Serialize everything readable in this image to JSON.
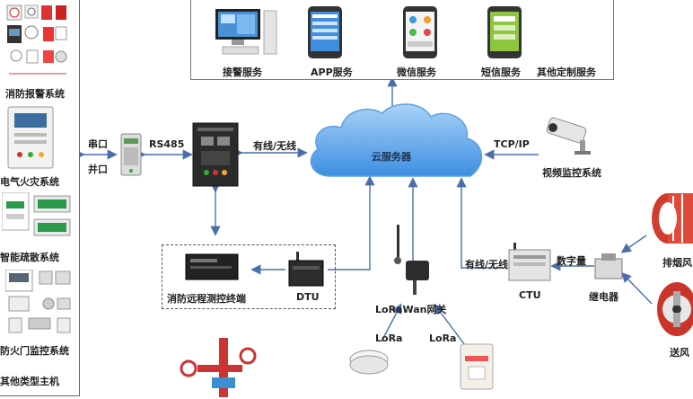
{
  "left_panel": {
    "systems": [
      {
        "label": "消防报警系统",
        "icon": "fire-alarm-devices-icon"
      },
      {
        "label": "电气火灾系统",
        "icon": "electrical-fire-panel-icon"
      },
      {
        "label": "智能疏散系统",
        "icon": "evacuation-sign-icon"
      },
      {
        "label": "防火门监控系统",
        "icon": "fire-door-monitor-icon"
      },
      {
        "label": "其他类型主机",
        "icon": "other-host-icon"
      }
    ]
  },
  "services": {
    "items": [
      {
        "label": "接警服务",
        "icon": "desktop-computer-icon"
      },
      {
        "label": "APP服务",
        "icon": "smartphone-app-icon"
      },
      {
        "label": "微信服务",
        "icon": "smartphone-wechat-icon"
      },
      {
        "label": "短信服务",
        "icon": "smartphone-sms-icon"
      },
      {
        "label": "其他定制服务",
        "icon": "custom-service-icon"
      }
    ]
  },
  "nodes": {
    "serial": "串口",
    "parallel": "并口",
    "rs485": "RS485",
    "wired_wireless_1": "有线/无线",
    "cloud": "云服务器",
    "tcpip": "TCP/IP",
    "video": "视频监控系统",
    "terminal": "消防远程测控终端",
    "dtu": "DTU",
    "gateway": "LoRaWan网关",
    "lora_1": "LoRa",
    "lora_2": "LoRa",
    "wired_wireless_2": "有线/无线",
    "digital": "数字量",
    "ctu": "CTU",
    "relay": "继电器",
    "exhaust_fan": "排烟风",
    "supply_fan": "送风"
  },
  "colors": {
    "arrow": "#4a6fa8",
    "cloud_fill": "#3d8fe0",
    "cloud_light": "#a9d2f7"
  }
}
